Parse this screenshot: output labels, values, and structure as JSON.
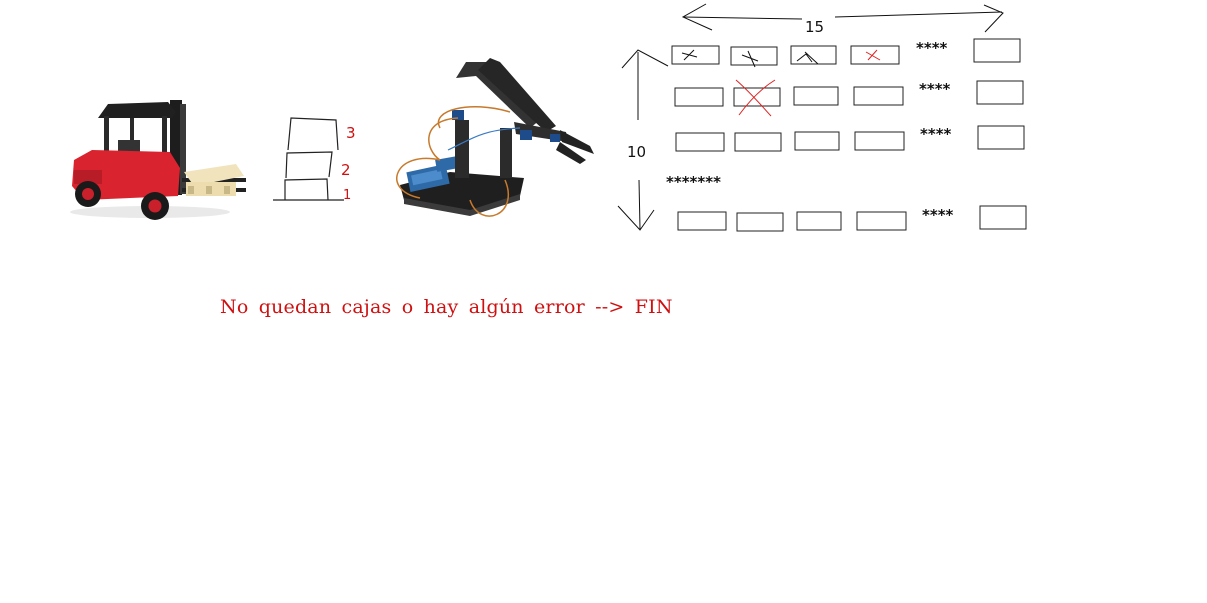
{
  "grid_width_label": "15",
  "grid_height_label": "10",
  "row_ellipsis": "****",
  "gap_ellipsis": "*******",
  "stack_labels": [
    "3",
    "2",
    "1"
  ],
  "caption": "No quedan cajas o hay algún error --> FIN",
  "colors": {
    "annotation_red": "#d01010",
    "ink": "#111111",
    "forklift_red": "#d9232e",
    "pallet": "#ecdcae"
  },
  "grid_rows": [
    {
      "marks": [
        "black-x",
        "black-x",
        "black-x",
        "red-x"
      ]
    },
    {
      "marks": [
        "",
        "big-red-x",
        "",
        ""
      ]
    },
    {
      "marks": [
        "",
        "",
        "",
        ""
      ]
    },
    {
      "marks": [
        "",
        "",
        "",
        ""
      ]
    }
  ],
  "pictures": [
    "forklift-icon",
    "robotic-arm-icon"
  ]
}
